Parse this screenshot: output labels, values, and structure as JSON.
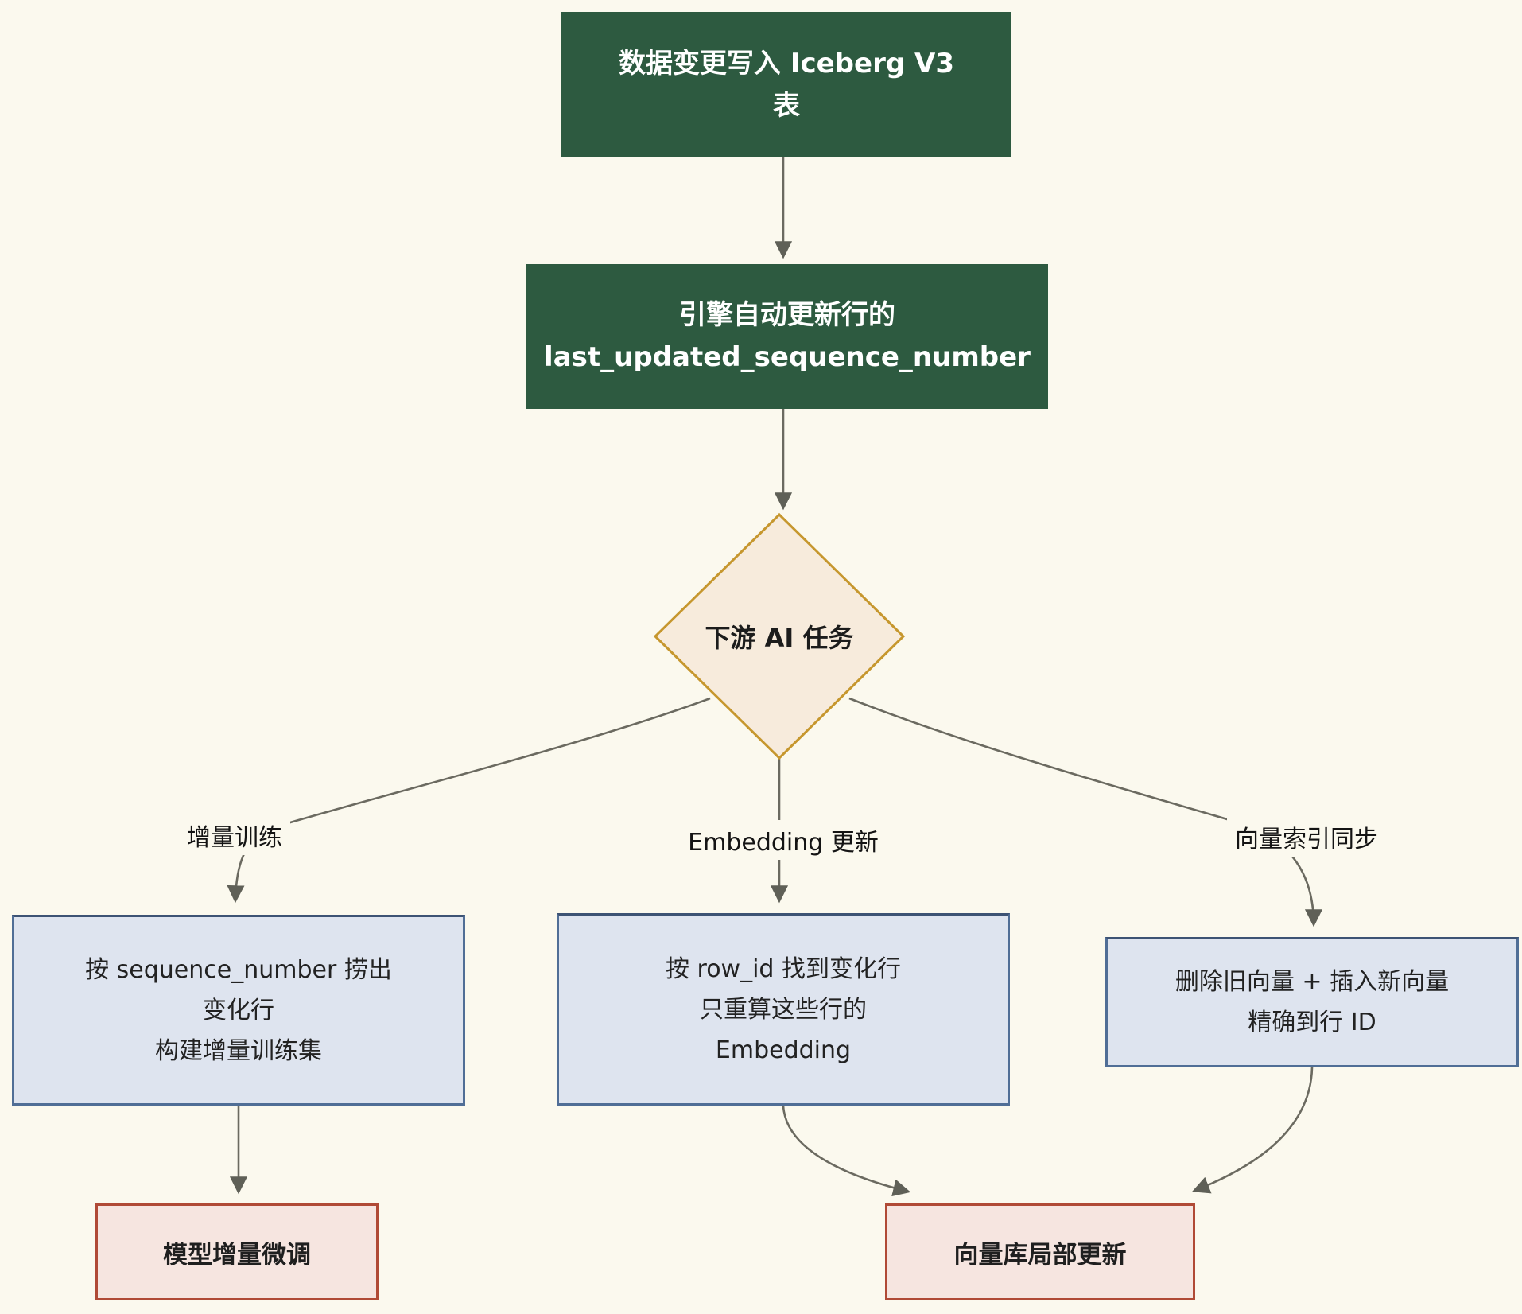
{
  "diagram": {
    "title_implicit": "",
    "palette": {
      "background": "#fbf9ee",
      "green_node_fill": "#2d5a40",
      "green_node_text": "#ffffff",
      "diamond_fill": "#f7ebdc",
      "diamond_border": "#c6972e",
      "blue_node_fill": "#dee4ef",
      "blue_node_border": "#506e96",
      "red_node_fill": "#f6e5e0",
      "red_node_border": "#b04a36",
      "edge_color": "#6b6a60",
      "text_color": "#1c1c1c"
    },
    "nodes": {
      "write": {
        "lines": [
          "数据变更写入 Iceberg V3",
          "表"
        ]
      },
      "engine": {
        "lines": [
          "引擎自动更新行的",
          "last_updated_sequence_number"
        ]
      },
      "decision": {
        "label": "下游 AI 任务"
      },
      "train": {
        "lines": [
          "按 sequence_number 捞出",
          "变化行",
          "构建增量训练集"
        ]
      },
      "embed": {
        "lines": [
          "按 row_id 找到变化行",
          "只重算这些行的",
          "Embedding"
        ]
      },
      "vector": {
        "lines": [
          "删除旧向量 + 插入新向量",
          "精确到行 ID"
        ]
      },
      "finetune": {
        "label": "模型增量微调"
      },
      "vectordb": {
        "label": "向量库局部更新"
      }
    },
    "edge_labels": {
      "left": "增量训练",
      "middle": "Embedding 更新",
      "right": "向量索引同步"
    }
  }
}
